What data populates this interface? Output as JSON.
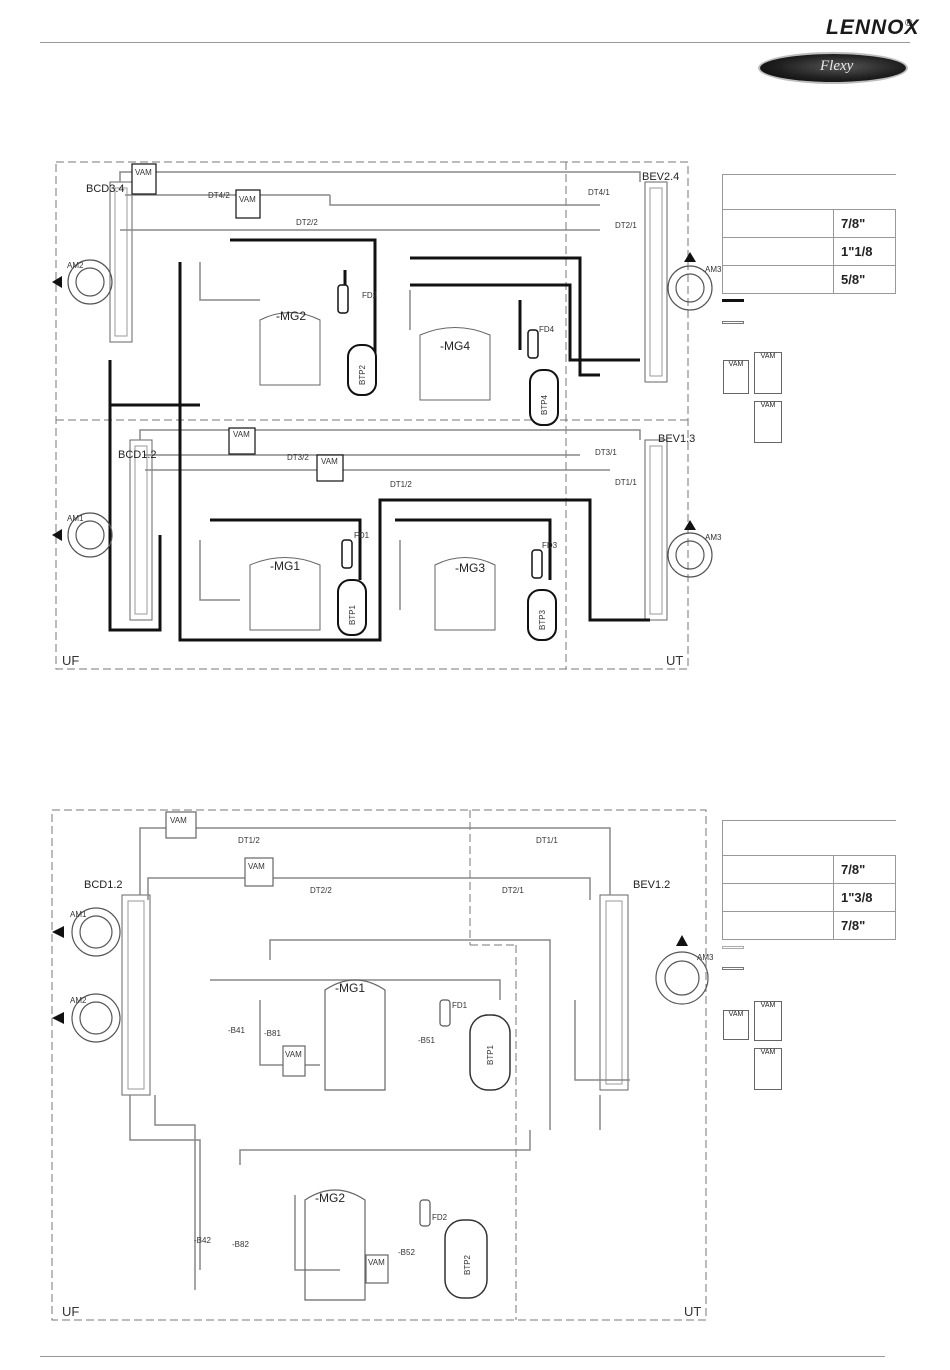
{
  "header": {
    "brand": "LENNOX",
    "product": "Flexy"
  },
  "diagram1": {
    "zones": {
      "left": "UF",
      "right": "UT"
    },
    "coils": {
      "left": "BCD3.4",
      "left2": "BCD1.2",
      "right": "BEV2.4",
      "right2": "BEV1.3"
    },
    "compressors": [
      "-MG2",
      "-MG4",
      "-MG1",
      "-MG3"
    ],
    "valves": [
      "VAM",
      "VAM",
      "VAM",
      "VAM"
    ],
    "sensors": [
      "DT4/2",
      "DT2/2",
      "DT4/1",
      "DT2/1",
      "DT3/2",
      "DT1/2",
      "DT3/1",
      "DT1/1"
    ],
    "driers": [
      "FD2",
      "FD4",
      "FD1",
      "FD3"
    ],
    "exchangers": [
      "BTP2",
      "BTP4",
      "BTP1",
      "BTP3"
    ],
    "fans": [
      "AM2",
      "AM1",
      "AM3",
      "AM3"
    ],
    "pipe_table": [
      "7/8\"",
      "1\"1/8",
      "5/8\""
    ]
  },
  "diagram2": {
    "zones": {
      "left": "UF",
      "right": "UT"
    },
    "coils": {
      "left": "BCD1.2",
      "right": "BEV1.2"
    },
    "compressors": [
      "-MG1",
      "-MG2"
    ],
    "valves": [
      "VAM",
      "VAM",
      "VAM",
      "VAM"
    ],
    "sensors": [
      "DT1/2",
      "DT2/2",
      "DT1/1",
      "DT2/1"
    ],
    "driers": [
      "FD1",
      "FD2"
    ],
    "exchangers": [
      "BTP1",
      "BTP2"
    ],
    "probes": [
      "-B41",
      "-B81",
      "-B51",
      "-B42",
      "-B82",
      "-B52"
    ],
    "fans": [
      "AM1",
      "AM2",
      "AM3"
    ],
    "pipe_table": [
      "7/8\"",
      "1\"3/8",
      "7/8\""
    ]
  },
  "legend": {
    "valve_label": "VAM"
  }
}
